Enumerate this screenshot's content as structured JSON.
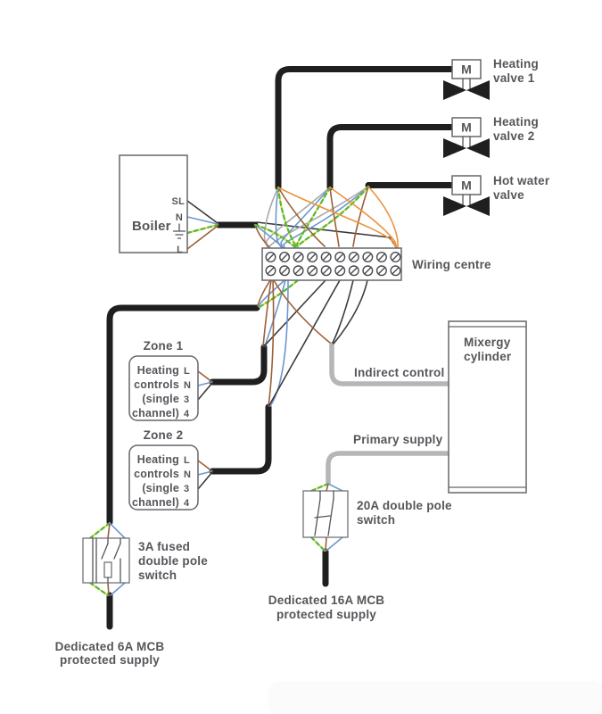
{
  "diagram": {
    "valves": [
      {
        "motor": "M",
        "label": [
          "Heating",
          "valve 1"
        ]
      },
      {
        "motor": "M",
        "label": [
          "Heating",
          "valve 2"
        ]
      },
      {
        "motor": "M",
        "label": [
          "Hot water",
          "valve"
        ]
      }
    ],
    "boiler": {
      "label": "Boiler",
      "terminals": {
        "switched_live": "SL",
        "neutral": "N",
        "live": "L"
      }
    },
    "wiring_centre": {
      "label": "Wiring centre",
      "rows": 2,
      "cols": 10
    },
    "cylinder": {
      "label": [
        "Mixergy",
        "cylinder"
      ]
    },
    "zones": [
      {
        "title": "Zone 1",
        "body": [
          "Heating",
          "controls",
          "(single",
          "channel)"
        ],
        "terminals": [
          "L",
          "N",
          "3",
          "4"
        ]
      },
      {
        "title": "Zone 2",
        "body": [
          "Heating",
          "controls",
          "(single",
          "channel)"
        ],
        "terminals": [
          "L",
          "N",
          "3",
          "4"
        ]
      }
    ],
    "flows": {
      "indirect": "Indirect control",
      "primary": "Primary supply"
    },
    "switches": [
      {
        "label": [
          "3A fused",
          "double pole",
          "switch"
        ]
      },
      {
        "label": [
          "20A double pole",
          "switch"
        ]
      }
    ],
    "supplies": [
      {
        "label": [
          "Dedicated 6A MCB",
          "protected supply"
        ]
      },
      {
        "label": [
          "Dedicated 16A MCB",
          "protected supply"
        ]
      }
    ],
    "palette": {
      "cable": "#1f1f1f",
      "grey_cable": "#b5b6b8",
      "grey": "#a9a9ab",
      "brown": "#9d5f35",
      "blue": "#6e96ce",
      "green": "#4db848",
      "yellow": "#e9e03c",
      "orange": "#ea9440",
      "black_thin": "#3b3b3d",
      "box_stroke": "#66676b",
      "terminal_stroke": "#4b4c50",
      "text": "#55565a"
    }
  }
}
